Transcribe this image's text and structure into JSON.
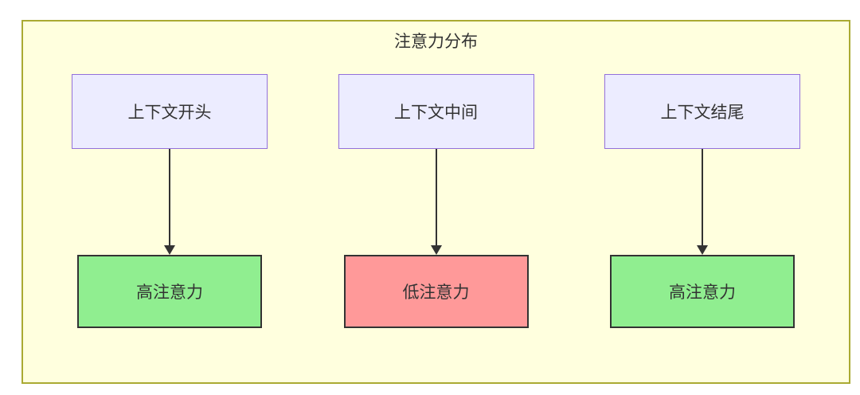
{
  "diagram": {
    "title": "注意力分布",
    "columns": [
      {
        "top_label": "上下文开头",
        "result_label": "高注意力",
        "result_type": "high"
      },
      {
        "top_label": "上下文中间",
        "result_label": "低注意力",
        "result_type": "low"
      },
      {
        "top_label": "上下文结尾",
        "result_label": "高注意力",
        "result_type": "high"
      }
    ],
    "colors": {
      "container_bg": "#ffffde",
      "container_border": "#aaaa33",
      "top_box_bg": "#ececff",
      "top_box_border": "#9370db",
      "high_bg": "#90ee90",
      "low_bg": "#ff9999",
      "result_border": "#333333",
      "arrow": "#333333",
      "text": "#333333"
    }
  }
}
